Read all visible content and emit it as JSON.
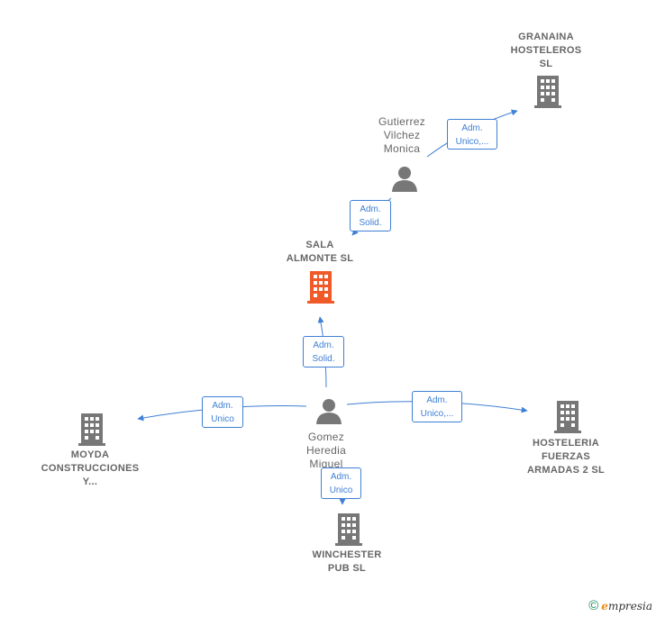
{
  "nodes": {
    "granaina": {
      "lines": [
        "GRANAINA",
        "HOSTELEROS",
        "SL"
      ],
      "icon": "building-icon",
      "color": "#777777"
    },
    "gutierrez": {
      "lines": [
        "Gutierrez",
        "Vilchez",
        "Monica"
      ],
      "icon": "person-icon",
      "color": "#777777"
    },
    "sala": {
      "lines": [
        "SALA",
        "ALMONTE  SL"
      ],
      "icon": "building-icon",
      "color": "#f05a28"
    },
    "gomez": {
      "lines": [
        "Gomez",
        "Heredia",
        "Miguel"
      ],
      "icon": "person-icon",
      "color": "#777777"
    },
    "moyda": {
      "lines": [
        "MOYDA",
        "CONSTRUCCIONES",
        "Y..."
      ],
      "icon": "building-icon",
      "color": "#777777"
    },
    "hosteleria": {
      "lines": [
        "HOSTELERIA",
        "FUERZAS",
        "ARMADAS 2  SL"
      ],
      "icon": "building-icon",
      "color": "#777777"
    },
    "winchester": {
      "lines": [
        "WINCHESTER",
        "PUB  SL"
      ],
      "icon": "building-icon",
      "color": "#777777"
    }
  },
  "edges": [
    {
      "id": "gutierrez-granaina",
      "lines": [
        "Adm.",
        "Unico,..."
      ]
    },
    {
      "id": "gutierrez-sala",
      "lines": [
        "Adm.",
        "Solid."
      ]
    },
    {
      "id": "gomez-sala",
      "lines": [
        "Adm.",
        "Solid."
      ]
    },
    {
      "id": "gomez-moyda",
      "lines": [
        "Adm.",
        "Unico"
      ]
    },
    {
      "id": "gomez-hosteleria",
      "lines": [
        "Adm.",
        "Unico,..."
      ]
    },
    {
      "id": "gomez-winchester",
      "lines": [
        "Adm.",
        "Unico"
      ]
    }
  ],
  "colors": {
    "edge": "#3f7fd4",
    "label_text": "#666666"
  },
  "footer": {
    "copyright": "©",
    "brand_initial": "e",
    "brand_rest": "mpresia"
  }
}
